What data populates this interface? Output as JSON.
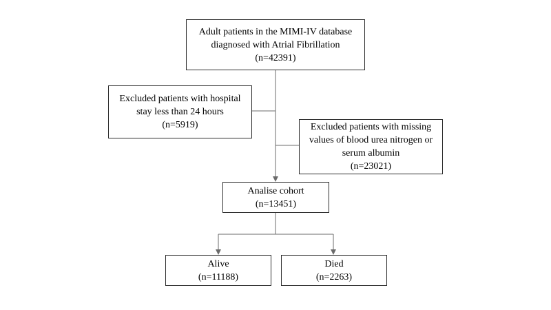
{
  "flowchart": {
    "source": {
      "lines": [
        "Adult patients in the MIMI-IV database",
        "diagnosed with Atrial Fibrillation",
        "(n=42391)"
      ]
    },
    "exclusion_1": {
      "lines": [
        "Excluded patients with hospital",
        "stay less than 24 hours",
        "(n=5919)"
      ]
    },
    "exclusion_2": {
      "lines": [
        "Excluded patients with missing",
        "values of blood urea nitrogen or",
        "serum albumin",
        "(n=23021)"
      ]
    },
    "cohort": {
      "lines": [
        "Analise cohort",
        "(n=13451)"
      ]
    },
    "outcome_alive": {
      "lines": [
        "Alive",
        "(n=11188)"
      ]
    },
    "outcome_died": {
      "lines": [
        "Died",
        "(n=2263)"
      ]
    }
  }
}
